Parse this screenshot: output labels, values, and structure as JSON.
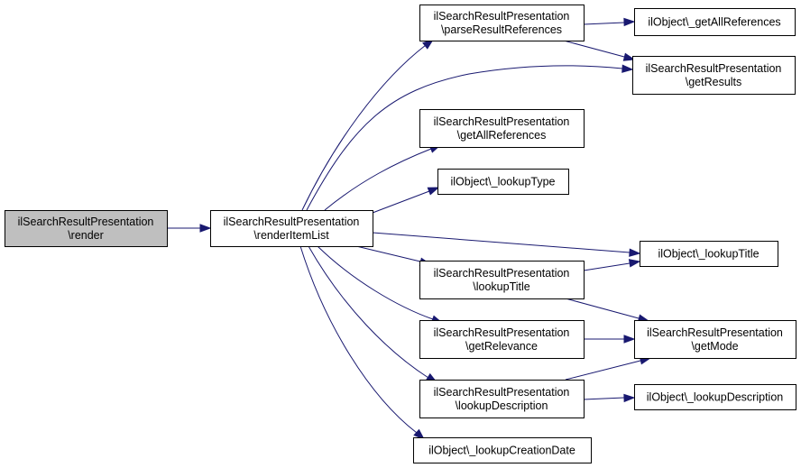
{
  "graph": {
    "type": "call-graph",
    "nodes": [
      {
        "id": "render",
        "lines": [
          "ilSearchResultPresentation",
          "\\render"
        ],
        "highlighted": true
      },
      {
        "id": "renderItemList",
        "lines": [
          "ilSearchResultPresentation",
          "\\renderItemList"
        ]
      },
      {
        "id": "parseResultReferences",
        "lines": [
          "ilSearchResultPresentation",
          "\\parseResultReferences"
        ]
      },
      {
        "id": "getAllReferencesObj",
        "lines": [
          "ilObject\\_getAllReferences"
        ]
      },
      {
        "id": "getResults",
        "lines": [
          "ilSearchResultPresentation",
          "\\getResults"
        ]
      },
      {
        "id": "getAllReferences",
        "lines": [
          "ilSearchResultPresentation",
          "\\getAllReferences"
        ]
      },
      {
        "id": "lookupType",
        "lines": [
          "ilObject\\_lookupType"
        ]
      },
      {
        "id": "lookupTitleObj",
        "lines": [
          "ilObject\\_lookupTitle"
        ]
      },
      {
        "id": "lookupTitle",
        "lines": [
          "ilSearchResultPresentation",
          "\\lookupTitle"
        ]
      },
      {
        "id": "getMode",
        "lines": [
          "ilSearchResultPresentation",
          "\\getMode"
        ]
      },
      {
        "id": "getRelevance",
        "lines": [
          "ilSearchResultPresentation",
          "\\getRelevance"
        ]
      },
      {
        "id": "lookupDescription",
        "lines": [
          "ilSearchResultPresentation",
          "\\lookupDescription"
        ]
      },
      {
        "id": "lookupDescriptionObj",
        "lines": [
          "ilObject\\_lookupDescription"
        ]
      },
      {
        "id": "lookupCreationDate",
        "lines": [
          "ilObject\\_lookupCreationDate"
        ]
      }
    ],
    "edges": [
      {
        "from": "render",
        "to": "renderItemList"
      },
      {
        "from": "renderItemList",
        "to": "parseResultReferences"
      },
      {
        "from": "renderItemList",
        "to": "getResults"
      },
      {
        "from": "renderItemList",
        "to": "getAllReferences"
      },
      {
        "from": "renderItemList",
        "to": "lookupType"
      },
      {
        "from": "renderItemList",
        "to": "lookupTitleObj"
      },
      {
        "from": "renderItemList",
        "to": "lookupTitle"
      },
      {
        "from": "renderItemList",
        "to": "getRelevance"
      },
      {
        "from": "renderItemList",
        "to": "lookupDescription"
      },
      {
        "from": "renderItemList",
        "to": "lookupCreationDate"
      },
      {
        "from": "parseResultReferences",
        "to": "getAllReferencesObj"
      },
      {
        "from": "parseResultReferences",
        "to": "getResults"
      },
      {
        "from": "lookupTitle",
        "to": "lookupTitleObj"
      },
      {
        "from": "lookupTitle",
        "to": "getMode"
      },
      {
        "from": "getRelevance",
        "to": "getMode"
      },
      {
        "from": "lookupDescription",
        "to": "getMode"
      },
      {
        "from": "lookupDescription",
        "to": "lookupDescriptionObj"
      }
    ],
    "colors": {
      "edge": "#191970",
      "root_fill": "#bfbfbf",
      "node_fill": "#ffffff",
      "border": "#000000"
    }
  }
}
